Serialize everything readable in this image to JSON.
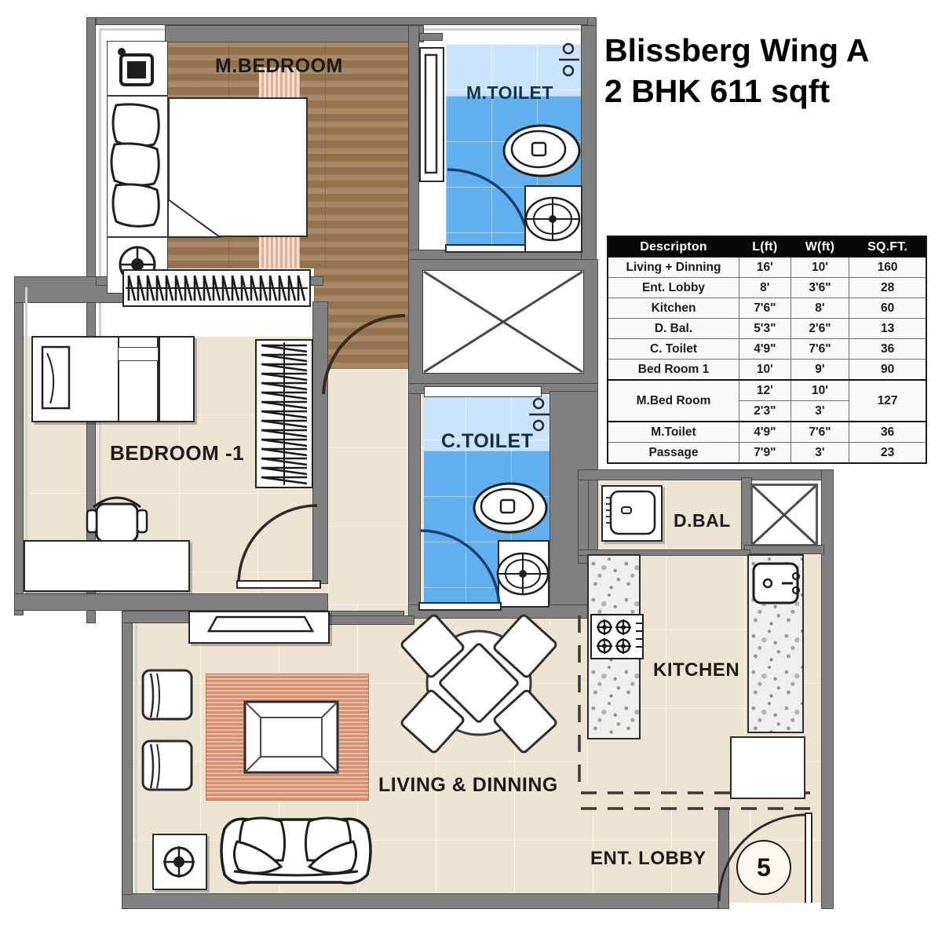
{
  "title": {
    "line1": "Blissberg Wing A",
    "line2": "2 BHK 611 sqft"
  },
  "unit_number": "5",
  "room_labels": {
    "master_bedroom": "M.BEDROOM",
    "master_toilet": "M.TOILET",
    "bedroom_1": "BEDROOM -1",
    "common_toilet": "C.TOILET",
    "dry_balcony": "D.BAL",
    "kitchen": "KITCHEN",
    "living_dining": "LIVING & DINNING",
    "entrance_lobby": "ENT. LOBBY"
  },
  "area_table": {
    "headers": [
      "Descripton",
      "L(ft)",
      "W(ft)",
      "SQ.FT."
    ],
    "rows": [
      {
        "desc": "Living + Dinning",
        "l": "16'",
        "w": "10'",
        "sqft": "160"
      },
      {
        "desc": "Ent. Lobby",
        "l": "8'",
        "w": "3'6\"",
        "sqft": "28"
      },
      {
        "desc": "Kitchen",
        "l": "7'6\"",
        "w": "8'",
        "sqft": "60"
      },
      {
        "desc": "D. Bal.",
        "l": "5'3\"",
        "w": "2'6\"",
        "sqft": "13"
      },
      {
        "desc": "C. Toilet",
        "l": "4'9\"",
        "w": "7'6\"",
        "sqft": "36"
      },
      {
        "desc": "Bed Room 1",
        "l": "10'",
        "w": "9'",
        "sqft": "90"
      },
      {
        "desc": "M.Bed Room",
        "l": "12'",
        "w": "10'",
        "sqft": "127",
        "l2": "2'3\"",
        "w2": "3'"
      },
      {
        "desc": "M.Toilet",
        "l": "4'9\"",
        "w": "7'6\"",
        "sqft": "36"
      },
      {
        "desc": "Passage",
        "l": "7'9\"",
        "w": "3'",
        "sqft": "23"
      }
    ]
  },
  "colors": {
    "wall": "#808080",
    "tile_floor": "#ece4d0",
    "wood_floor": "#9a7750",
    "toilet_tile": "#60b0ef",
    "rug": "#dd9a79",
    "table_header_bg": "#070707",
    "table_header_text": "#ffffff"
  },
  "fixtures": {
    "wc": "toilet-wc",
    "washbasin": "wash-basin",
    "shower": "shower-head",
    "bed": "bed",
    "sofa": "sofa",
    "dining_table": "round-dining-table",
    "dining_chairs": 4,
    "stove": "4-burner-gas-stove",
    "kitchen_sink": "kitchen-sink",
    "washing_machine": "washing-machine",
    "wardrobe": "wardrobe",
    "duct": "service-duct"
  }
}
